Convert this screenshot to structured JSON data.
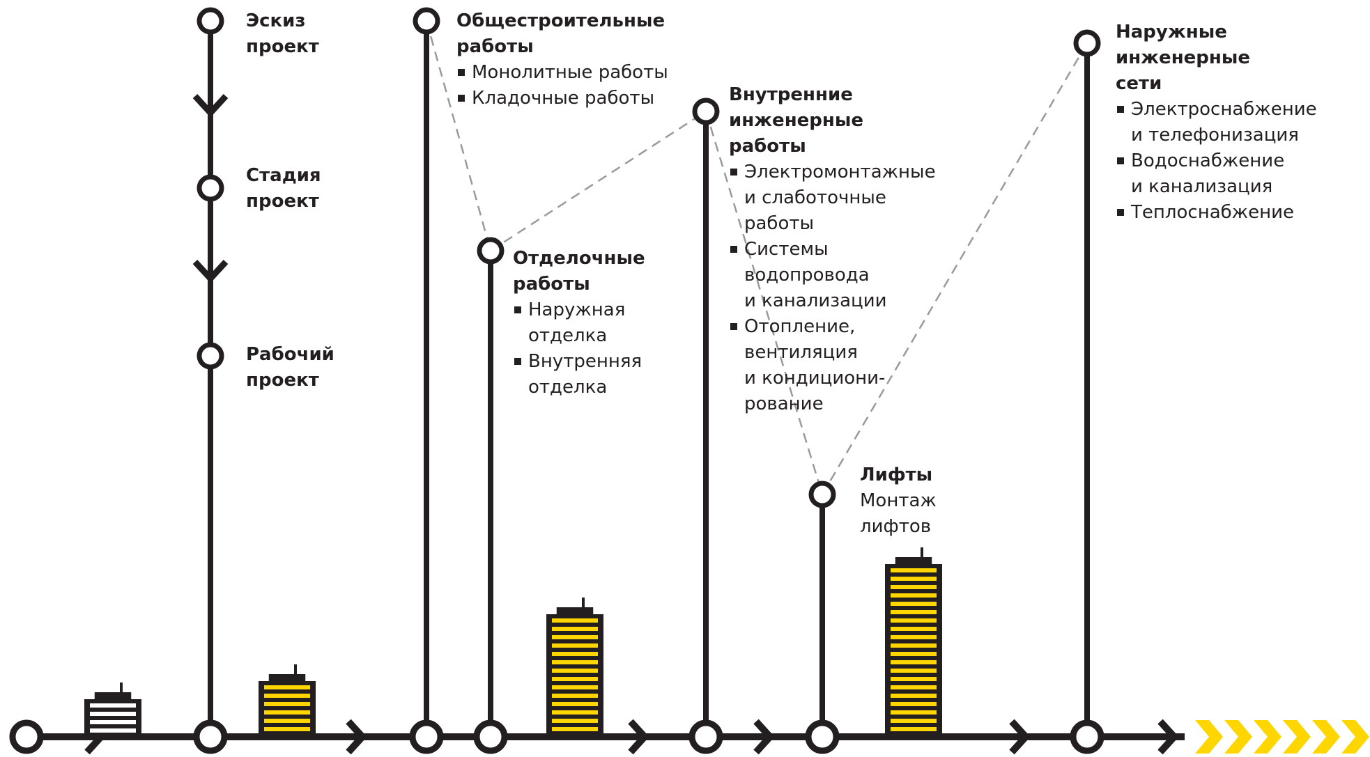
{
  "colors": {
    "line": "#231f20",
    "accent": "#ffd600",
    "dash": "#9a9a9a",
    "background": "#ffffff"
  },
  "stages": [
    {
      "title": "Эскиз\nпроект",
      "items": []
    },
    {
      "title": "Стадия\nпроект",
      "items": []
    },
    {
      "title": "Рабочий\nпроект",
      "items": []
    },
    {
      "title": "Общестроительные\nработы",
      "items": [
        "Монолитные работы",
        "Кладочные работы"
      ]
    },
    {
      "title": "Отделочные\nработы",
      "items": [
        "Наружная\n отделка",
        "Внутренняя\n отделка"
      ]
    },
    {
      "title": "Внутренние\nинженерные\nработы",
      "items": [
        "Электромонтажные\nи слаботочные\nработы",
        "Системы\nводопровода\nи канализации",
        "Отопление,\nвентиляция\nи кондициони-\nрование"
      ]
    },
    {
      "title": "Лифты",
      "text": "Монтаж\nлифтов",
      "items": []
    },
    {
      "title": "Наружные\nинженерные\nсети",
      "items": [
        "Электроснабжение\n и телефонизация",
        "Водоснабжение\n  и канализация",
        "Теплоснабжение"
      ]
    }
  ],
  "buildings": [
    {
      "type": "sketch",
      "floors": 4
    },
    {
      "type": "building",
      "floors": 6
    },
    {
      "type": "building",
      "floors": 14
    },
    {
      "type": "building",
      "floors": 20
    }
  ]
}
